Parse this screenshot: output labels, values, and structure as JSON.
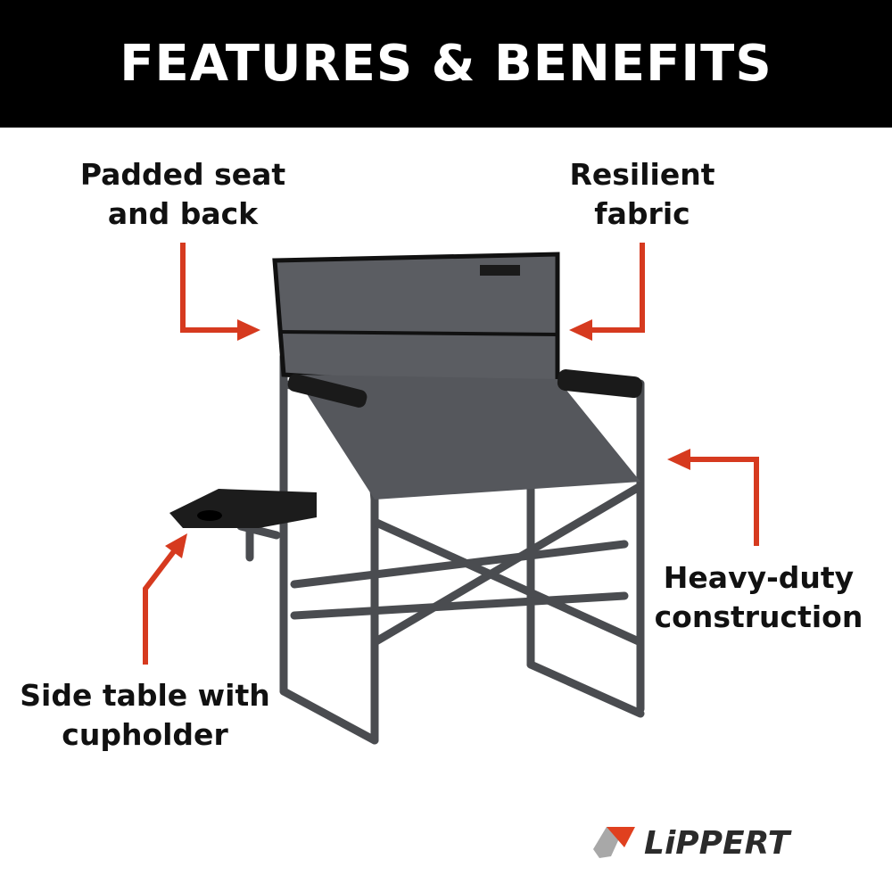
{
  "banner": {
    "title": "FEATURES & BENEFITS"
  },
  "callouts": [
    {
      "line1": "Padded seat",
      "line2": "and back"
    },
    {
      "line1": "Resilient",
      "line2": "fabric"
    },
    {
      "line1": "Heavy-duty",
      "line2": "construction"
    },
    {
      "line1": "Side table with",
      "line2": "cupholder"
    }
  ],
  "brand": {
    "logo_text": "LiPPERT",
    "tag_text": "LIPPERT"
  },
  "colors": {
    "arrow": "#d63a1f",
    "banner": "#000000",
    "logo_red": "#e0401f",
    "logo_gray": "#a8a8a8",
    "logo_text": "#2b2b2b"
  },
  "image": {
    "subject": "chair-photo"
  }
}
